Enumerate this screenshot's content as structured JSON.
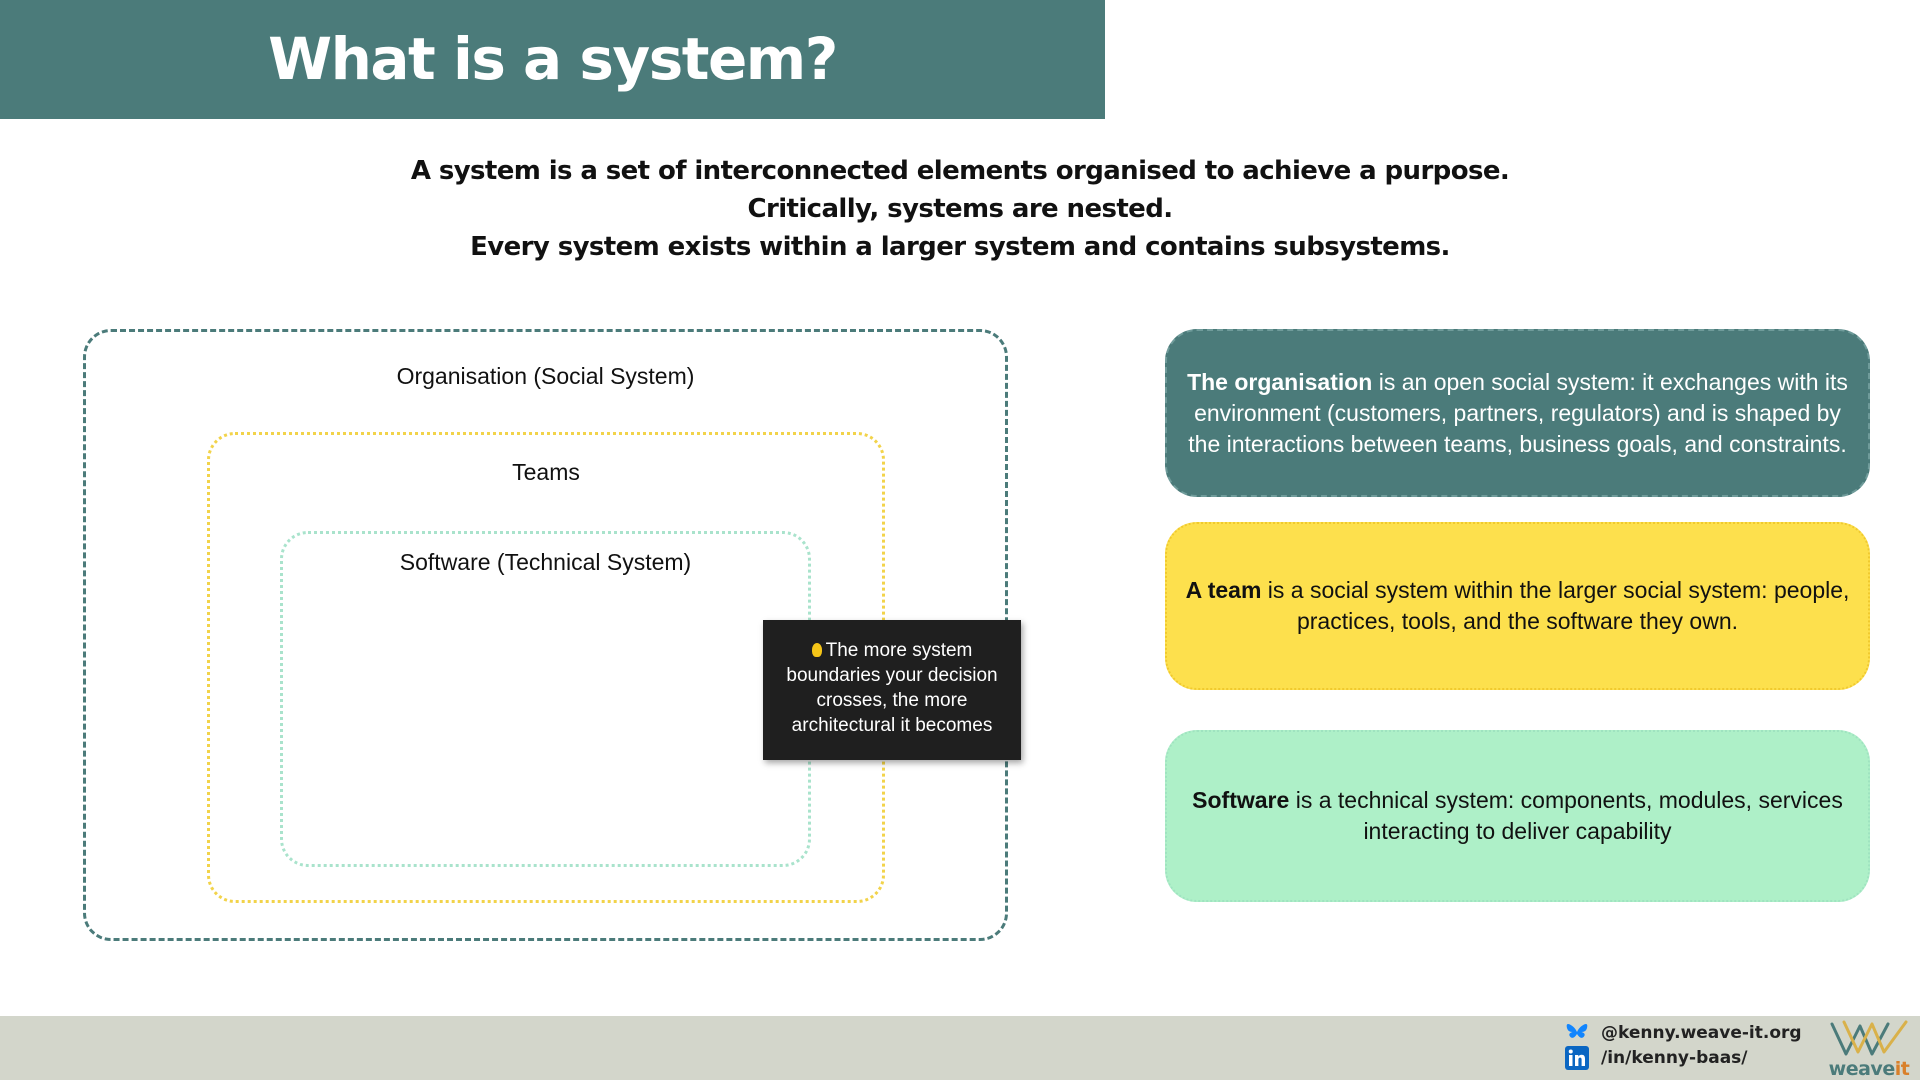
{
  "header": {
    "title": "What is a system?"
  },
  "intro": {
    "line1": "A system is a set of interconnected elements organised to achieve a purpose.",
    "line2": "Critically, systems are nested.",
    "line3": "Every system exists within a larger system and contains subsystems."
  },
  "diagram": {
    "outer_label": "Organisation (Social System)",
    "middle_label": "Teams",
    "inner_label": "Software (Technical System)",
    "tooltip_icon": "lightbulb-icon",
    "tooltip_text": "The more system boundaries your decision crosses, the more architectural it becomes"
  },
  "cards": {
    "organisation": {
      "bold": "The organisation",
      "text": " is an open social system: it exchanges with its environment (customers, partners, regulators) and is shaped by the interactions between teams, business goals, and constraints."
    },
    "team": {
      "bold": "A team",
      "text": " is a social system within the larger social system: people, practices, tools, and the software they own."
    },
    "software": {
      "bold": "Software",
      "text": " is a technical system: components, modules, services interacting to deliver capability"
    }
  },
  "footer": {
    "bluesky_icon": "bluesky-icon",
    "bluesky_handle": "@kenny.weave-it.org",
    "linkedin_icon": "linkedin-icon",
    "linkedin_handle": "/in/kenny-baas/",
    "logo_main": "weave",
    "logo_accent": "it"
  },
  "colors": {
    "teal": "#4b7b7a",
    "yellow": "#fde04d",
    "mint": "#aef0c8",
    "footer_bg": "#d3d6cb",
    "tooltip_bg": "#1f1f1f",
    "logo_accent": "#d9802a"
  }
}
